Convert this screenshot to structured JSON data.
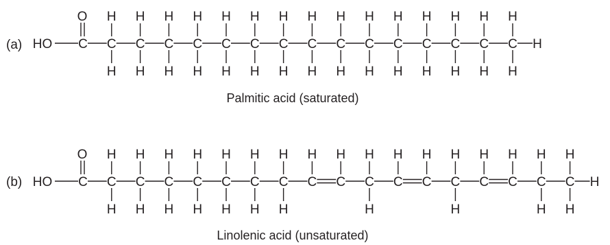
{
  "molecules": [
    {
      "label": "(a)",
      "caption": "Palmitic acid (saturated)",
      "symbols": {
        "carbon": "C",
        "hydrogen": "H",
        "oxygen": "O",
        "hydroxyl": "HO"
      },
      "chain_length": 16,
      "backbone_bonds": [
        "s",
        "s",
        "s",
        "s",
        "s",
        "s",
        "s",
        "s",
        "s",
        "s",
        "s",
        "s",
        "s",
        "s",
        "s"
      ],
      "top_h": [
        false,
        true,
        true,
        true,
        true,
        true,
        true,
        true,
        true,
        true,
        true,
        true,
        true,
        true,
        true,
        true
      ],
      "bottom_h": [
        false,
        true,
        true,
        true,
        true,
        true,
        true,
        true,
        true,
        true,
        true,
        true,
        true,
        true,
        true,
        true
      ],
      "terminal_h": true
    },
    {
      "label": "(b)",
      "caption": "Linolenic acid (unsaturated)",
      "symbols": {
        "carbon": "C",
        "hydrogen": "H",
        "oxygen": "O",
        "hydroxyl": "HO"
      },
      "chain_length": 18,
      "backbone_bonds": [
        "s",
        "s",
        "s",
        "s",
        "s",
        "s",
        "s",
        "s",
        "d",
        "s",
        "s",
        "d",
        "s",
        "s",
        "d",
        "s",
        "s"
      ],
      "top_h": [
        false,
        true,
        true,
        true,
        true,
        true,
        true,
        true,
        true,
        true,
        true,
        true,
        true,
        true,
        true,
        true,
        true,
        true
      ],
      "bottom_h": [
        false,
        true,
        true,
        true,
        true,
        true,
        true,
        true,
        false,
        false,
        true,
        false,
        false,
        true,
        false,
        false,
        true,
        true
      ],
      "terminal_h": true
    }
  ]
}
